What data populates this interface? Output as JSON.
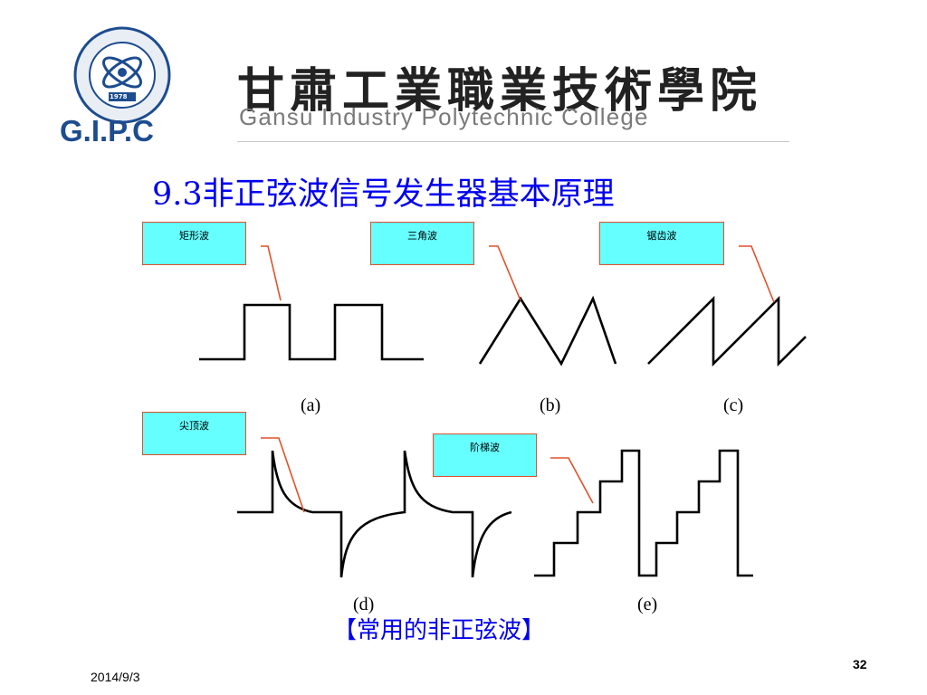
{
  "header": {
    "logo_text": "G.I.P.C",
    "logo_seal_year": "1978",
    "college_name_cn": "甘肅工業職業技術學院",
    "college_name_en": "Gansu Industry Polytechnic College"
  },
  "slide": {
    "title": "9.3非正弦波信号发生器基本原理",
    "bottom_caption": "【常用的非正弦波】",
    "labels": {
      "a": "矩形波",
      "b": "三角波",
      "c": "锯齿波",
      "d": "尖顶波",
      "e": "阶梯波"
    },
    "captions": {
      "a": "(a)",
      "b": "(b)",
      "c": "(c)",
      "d": "(d)",
      "e": "(e)"
    }
  },
  "footer": {
    "date": "2014/9/3",
    "page_number": "32"
  },
  "colors": {
    "title_blue": "#0000ee",
    "label_fill": "#66ffff",
    "label_border": "#e0502a",
    "logo_blue": "#1d4c8f"
  }
}
